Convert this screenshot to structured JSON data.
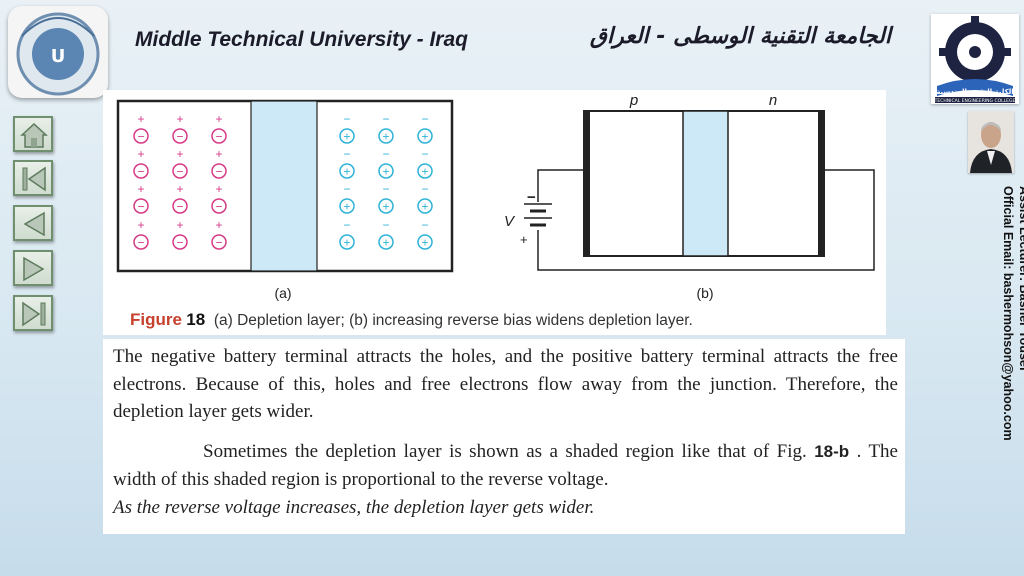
{
  "header": {
    "title_en": "Middle Technical University - Iraq",
    "title_ar": "الجامعة التقنية الوسطى - العراق",
    "college_logo_text": "الكلية التقنية الهندسية",
    "college_logo_sub": "TECHNICAL ENGINEERING COLLEGE"
  },
  "sidebar": {
    "lecturer": "Assist Lecturer: Basher Yousef",
    "email": "Official Email: bashermohson@yahoo.com"
  },
  "nav": [
    "home",
    "first",
    "previous",
    "next",
    "last"
  ],
  "figure": {
    "label_a": "(a)",
    "label_b": "(b)",
    "p": "p",
    "n": "n",
    "voltage": "V",
    "minus": "−",
    "plus": "+",
    "caption_word": "Figure",
    "caption_num": "18",
    "caption_text": "(a) Depletion layer; (b) increasing reverse bias widens depletion layer."
  },
  "text": {
    "para1": "The negative battery terminal attracts the holes, and the positive battery terminal attracts the free electrons. Because of this, holes and free electrons flow away from the junction. Therefore, the depletion layer gets wider.",
    "para2_a": "Sometimes the depletion layer is shown as a shaded region like that of Fig.",
    "para2_ref": "18-b",
    "para2_b": ". The width of this shaded region is proportional to the reverse voltage.",
    "para3": "As the reverse voltage increases, the depletion layer gets wider."
  },
  "colors": {
    "p_ion": "#d63a86",
    "n_ion": "#2db3d8",
    "depletion": "#cde9f7"
  }
}
